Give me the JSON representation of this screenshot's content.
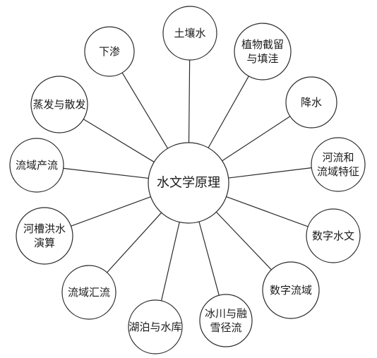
{
  "center": {
    "label": "水文学原理"
  },
  "nodes": [
    {
      "id": "soil-water",
      "lines": [
        "土壤水"
      ]
    },
    {
      "id": "interception",
      "lines": [
        "植物截留",
        "与填洼"
      ]
    },
    {
      "id": "precipitation",
      "lines": [
        "降水"
      ]
    },
    {
      "id": "river-basin",
      "lines": [
        "河流和",
        "流域特征"
      ]
    },
    {
      "id": "digital-hydrology",
      "lines": [
        "数字水文"
      ]
    },
    {
      "id": "digital-basin",
      "lines": [
        "数字流域"
      ]
    },
    {
      "id": "glacier-snowmelt",
      "lines": [
        "冰川与融",
        "雪径流"
      ]
    },
    {
      "id": "lake-reservoir",
      "lines": [
        "湖泊与水库"
      ]
    },
    {
      "id": "basin-confluence",
      "lines": [
        "流域汇流"
      ]
    },
    {
      "id": "channel-flood-routing",
      "lines": [
        "河槽洪水",
        "演算"
      ]
    },
    {
      "id": "runoff-generation",
      "lines": [
        "流域产流"
      ]
    },
    {
      "id": "evapotranspiration",
      "lines": [
        "蒸发与散发"
      ]
    },
    {
      "id": "infiltration",
      "lines": [
        "下渗"
      ]
    }
  ]
}
